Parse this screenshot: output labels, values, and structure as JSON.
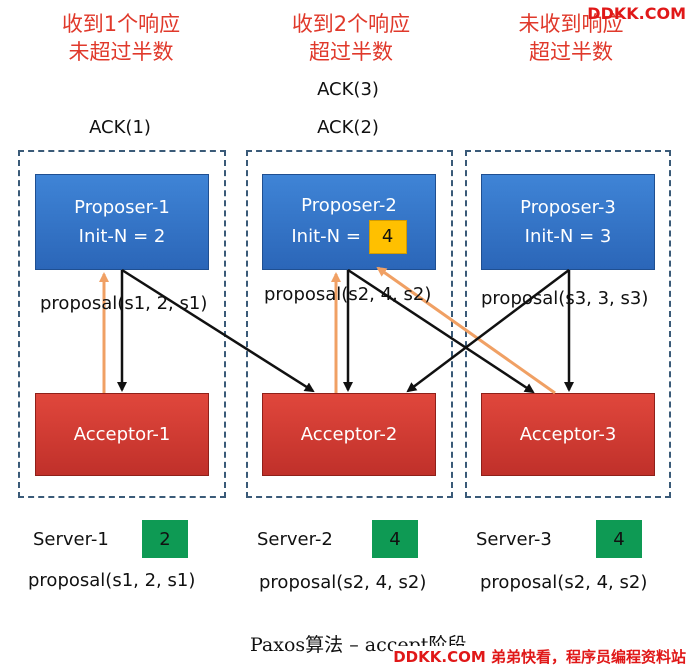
{
  "status_labels": [
    {
      "line1": "收到1个响应",
      "line2": "未超过半数"
    },
    {
      "line1": "收到2个响应",
      "line2": "超过半数"
    },
    {
      "line1": "未收到响应",
      "line2": "超过半数"
    }
  ],
  "acks": {
    "a1": "ACK(1)",
    "a2": "ACK(2)",
    "a3": "ACK(3)"
  },
  "proposers": [
    {
      "name": "Proposer-1",
      "init": "Init-N = 2"
    },
    {
      "name": "Proposer-2",
      "init": "Init-N = ",
      "highlight": "4"
    },
    {
      "name": "Proposer-3",
      "init": "Init-N = 3"
    }
  ],
  "proposals": [
    "proposal(s1, 2, s1)",
    "proposal(s2, 4, s2)",
    "proposal(s3, 3, s3)"
  ],
  "acceptors": [
    "Acceptor-1",
    "Acceptor-2",
    "Acceptor-3"
  ],
  "servers": [
    {
      "name": "Server-1",
      "value": "2",
      "proposal": "proposal(s1, 2, s1)"
    },
    {
      "name": "Server-2",
      "value": "4",
      "proposal": "proposal(s2, 4, s2)"
    },
    {
      "name": "Server-3",
      "value": "4",
      "proposal": "proposal(s2, 4, s2)"
    }
  ],
  "caption": "Paxos算法 – accept阶段",
  "watermarks": {
    "top": "DDKK.COM",
    "bottom": "DDKK.COM 弟弟快看，程序员编程资料站"
  },
  "colors": {
    "proposer": "#2f6fc4",
    "acceptor": "#d23a30",
    "ack_arrow": "#f0a064",
    "accept_arrow": "#111111",
    "status_text": "#e0392b",
    "server_value": "#0e9a54",
    "highlight": "#ffc000"
  }
}
